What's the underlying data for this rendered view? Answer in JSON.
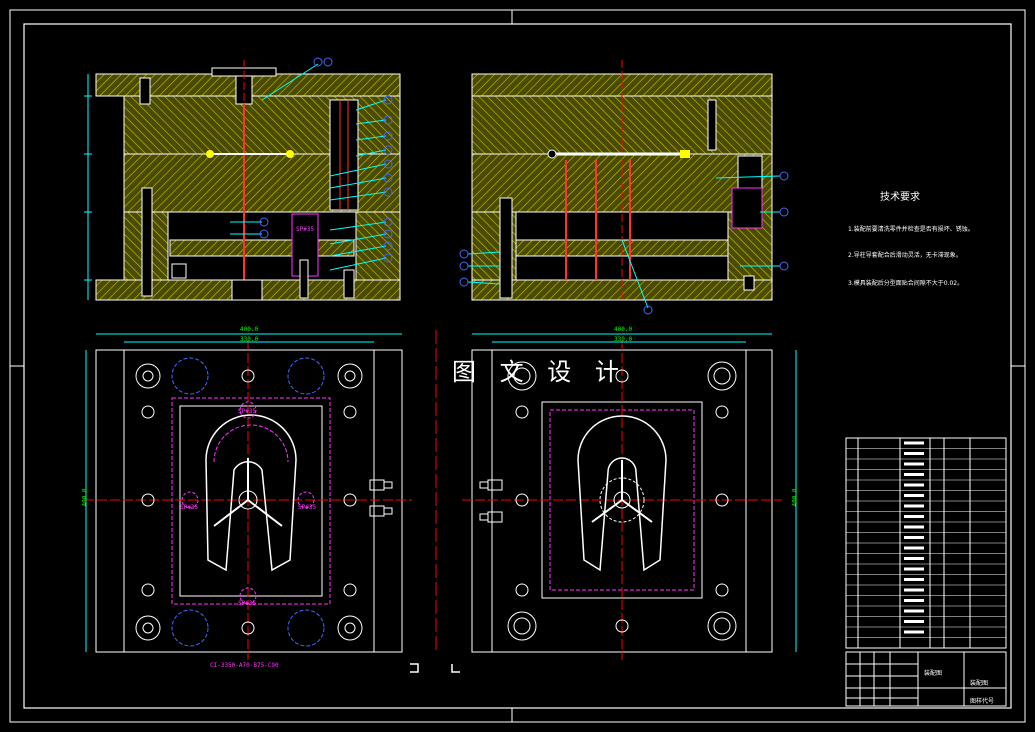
{
  "watermark": "图 文 设 计",
  "technical_requirements": {
    "title": "技术要求",
    "lines": [
      "1.装配前要清洗零件并检查是否有损坏、锈蚀。",
      "2.导柱导套配合后滑动灵活，无卡滞现象。",
      "3.模具装配后分型面贴合间隙不大于0.02。"
    ]
  },
  "dimensions": {
    "width_overall": "400.0",
    "width_inner": "330.0",
    "height_overall": "400.0",
    "part_label": "SP#35"
  },
  "spec_label": "CI-3350-A70-B75-C90",
  "title_block": {
    "drawing_name": "装配图",
    "company": "图样代号"
  },
  "colors": {
    "frame": "#ffffff",
    "hatch": "#c8c800",
    "centerline": "#ff0000",
    "dimension": "#00ffff",
    "dim_text": "#00ff00",
    "balloon": "#0000ff",
    "leader": "#00ffff",
    "label": "#ff33ff",
    "background": "#000000"
  }
}
